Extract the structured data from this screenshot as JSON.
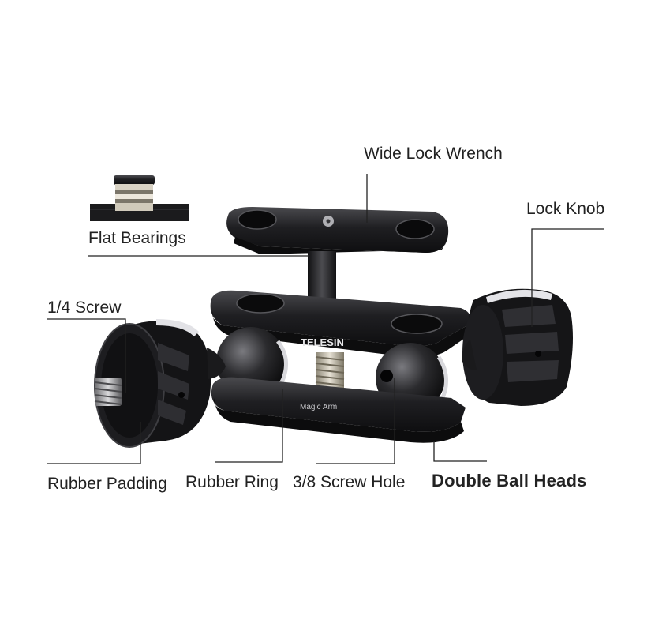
{
  "labels": {
    "wide_lock_wrench": "Wide Lock Wrench",
    "lock_knob": "Lock Knob",
    "flat_bearings": "Flat Bearings",
    "screw_quarter": "1/4 Screw",
    "rubber_padding": "Rubber Padding",
    "rubber_ring": "Rubber Ring",
    "screw_hole": "3/8 Screw Hole",
    "double_ball_heads": "Double Ball Heads"
  },
  "product": {
    "brand": "TELESIN",
    "model": "Magic Arm"
  },
  "colors": {
    "metal_dark": "#1c1c1e",
    "metal_mid": "#3a3a3d",
    "metal_light": "#6a6a6e",
    "brass": "#c9c2b3",
    "leader_line": "#222222"
  }
}
